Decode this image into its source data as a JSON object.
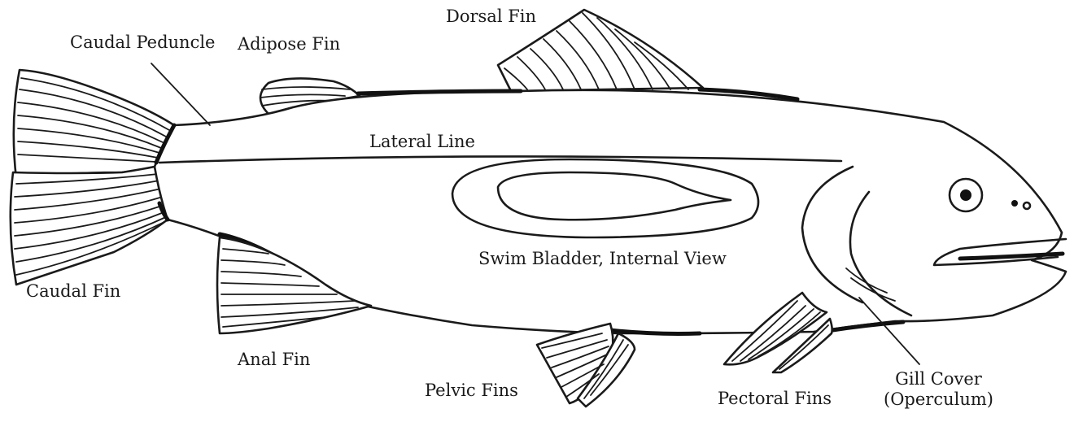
{
  "labels": {
    "dorsal_fin": "Dorsal Fin",
    "caudal_peduncle": "Caudal Peduncle",
    "adipose_fin": "Adipose Fin",
    "lateral_line": "Lateral Line",
    "swim_bladder": "Swim Bladder, Internal View",
    "caudal_fin": "Caudal Fin",
    "anal_fin": "Anal Fin",
    "pelvic_fins": "Pelvic Fins",
    "pectoral_fins": "Pectoral Fins",
    "gill_cover_line1": "Gill Cover",
    "gill_cover_line2": "(Operculum)"
  }
}
